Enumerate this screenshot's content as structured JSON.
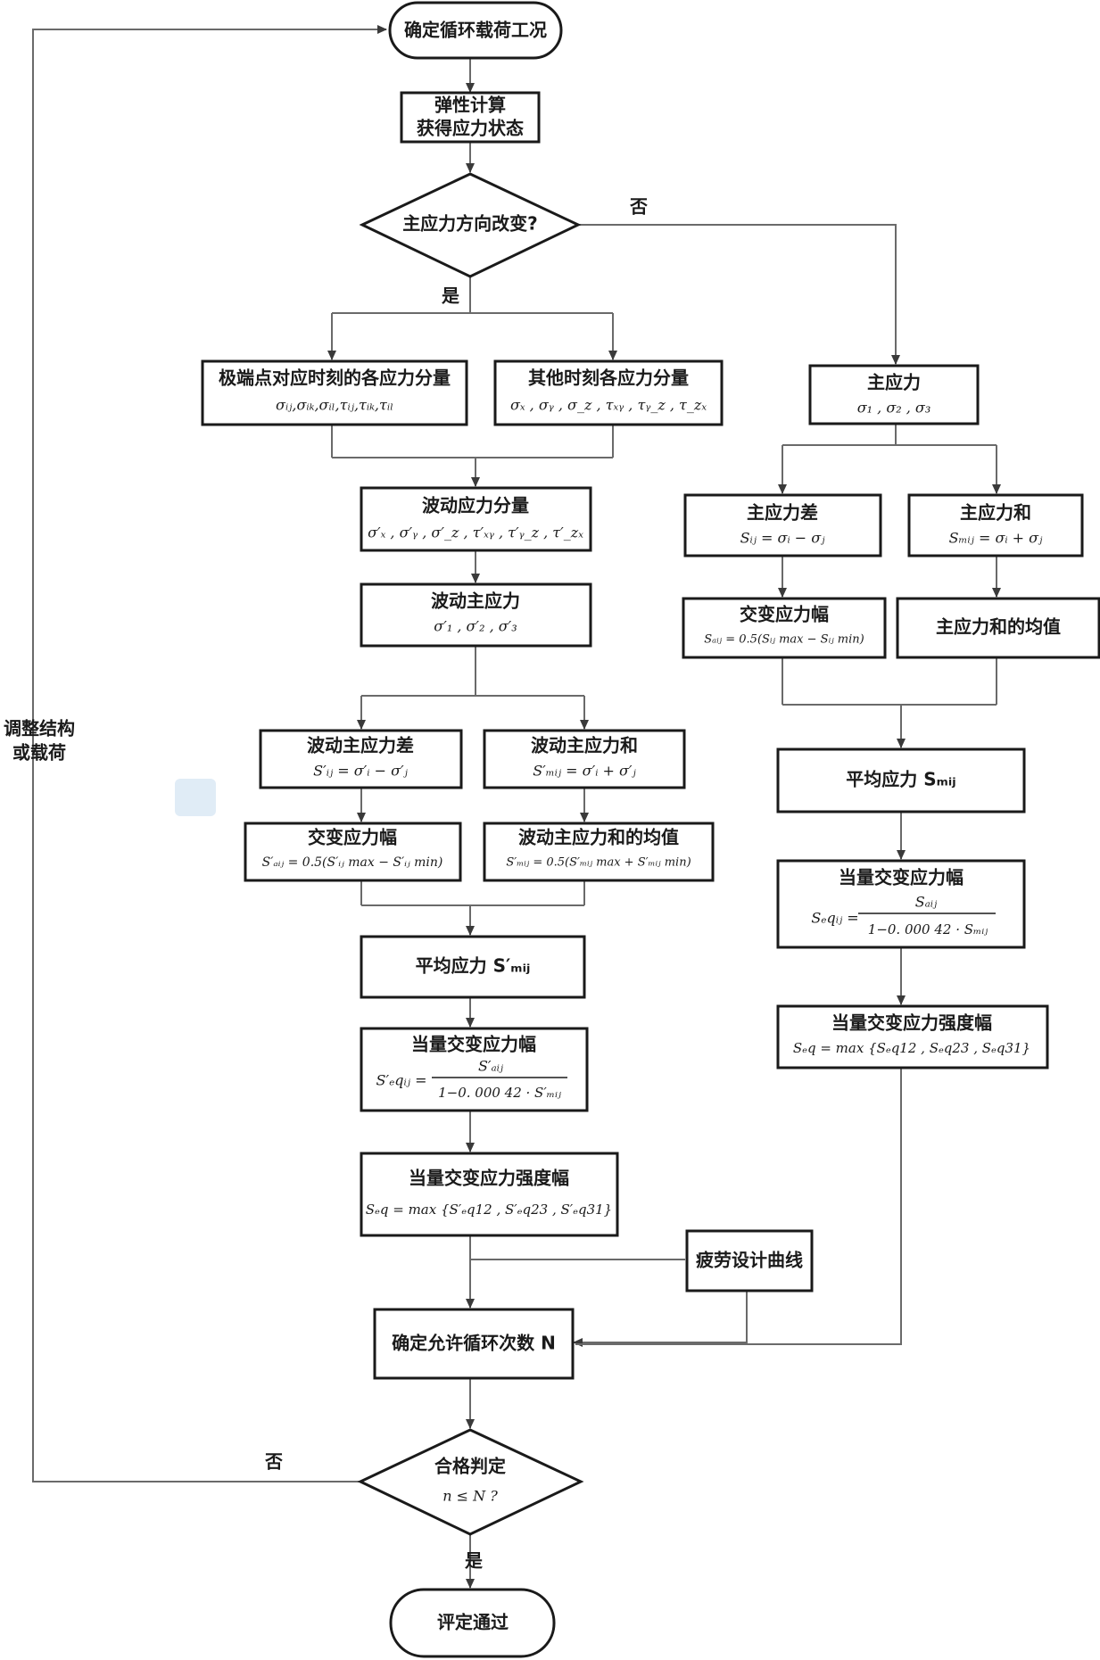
{
  "nodes": {
    "start": "确定循环载荷工况",
    "elastic": [
      "弹性计算",
      "获得应力状态"
    ],
    "decision1": "主应力方向改变?",
    "extreme": [
      "极端点对应时刻的各应力分量",
      "σᵢⱼ,σᵢₖ,σᵢₗ,τᵢⱼ,τᵢₖ,τᵢₗ"
    ],
    "other": [
      "其他时刻各应力分量",
      "σₓ , σᵧ , σ_z , τₓᵧ , τᵧ_z , τ_zₓ"
    ],
    "fluct_comp": [
      "波动应力分量",
      "σ′ₓ , σ′ᵧ , σ′_z , τ′ₓᵧ , τ′ᵧ_z , τ′_zₓ"
    ],
    "fluct_main": [
      "波动主应力",
      "σ′₁ , σ′₂ , σ′₃"
    ],
    "fluct_diff": [
      "波动主应力差",
      "S′ᵢⱼ = σ′ᵢ − σ′ⱼ"
    ],
    "fluct_sum": [
      "波动主应力和",
      "S′ₘᵢⱼ = σ′ᵢ + σ′ⱼ"
    ],
    "alt_amp_l": [
      "交变应力幅",
      "S′ₐᵢⱼ = 0.5(S′ᵢⱼ max − S′ᵢⱼ min)"
    ],
    "fluct_mean": [
      "波动主应力和的均值",
      "S′ₘᵢⱼ = 0.5(S′ₘᵢⱼ max + S′ₘᵢⱼ min)"
    ],
    "mean_l": [
      "平均应力 S′ₘᵢⱼ"
    ],
    "eq_amp_l": [
      "当量交变应力幅",
      "S′ₑqᵢⱼ =",
      "S′ₐᵢⱼ",
      "1−0. 000 42 · S′ₘᵢⱼ"
    ],
    "eq_str_l": [
      "当量交变应力强度幅",
      "Sₑq = max {S′ₑq12 , S′ₑq23 , S′ₑq31}"
    ],
    "principal": [
      "主应力",
      "σ₁ , σ₂ , σ₃"
    ],
    "main_diff": [
      "主应力差",
      "Sᵢⱼ = σᵢ − σⱼ"
    ],
    "main_sum": [
      "主应力和",
      "Sₘᵢⱼ = σᵢ + σⱼ"
    ],
    "alt_amp_r": [
      "交变应力幅",
      "Sₐᵢⱼ = 0.5(Sᵢⱼ max − Sᵢⱼ min)"
    ],
    "main_sum_mean": [
      "主应力和的均值"
    ],
    "mean_r": [
      "平均应力 Sₘᵢⱼ"
    ],
    "eq_amp_r": [
      "当量交变应力幅",
      "Sₑqᵢⱼ =",
      "Sₐᵢⱼ",
      "1−0. 000 42 · Sₘᵢⱼ"
    ],
    "eq_str_r": [
      "当量交变应力强度幅",
      "Sₑq = max {Sₑq12 , Sₑq23 , Sₑq31}"
    ],
    "fatigue": "疲劳设计曲线",
    "allow_n": "确定允许循环次数 N",
    "decision2": [
      "合格判定",
      "n ≤ N ?"
    ],
    "end": "评定通过"
  },
  "labels": {
    "no_top": "否",
    "yes_top": "是",
    "no_bottom": "否",
    "yes_bottom": "是",
    "adjust": [
      "调整结构",
      "或载荷"
    ]
  }
}
